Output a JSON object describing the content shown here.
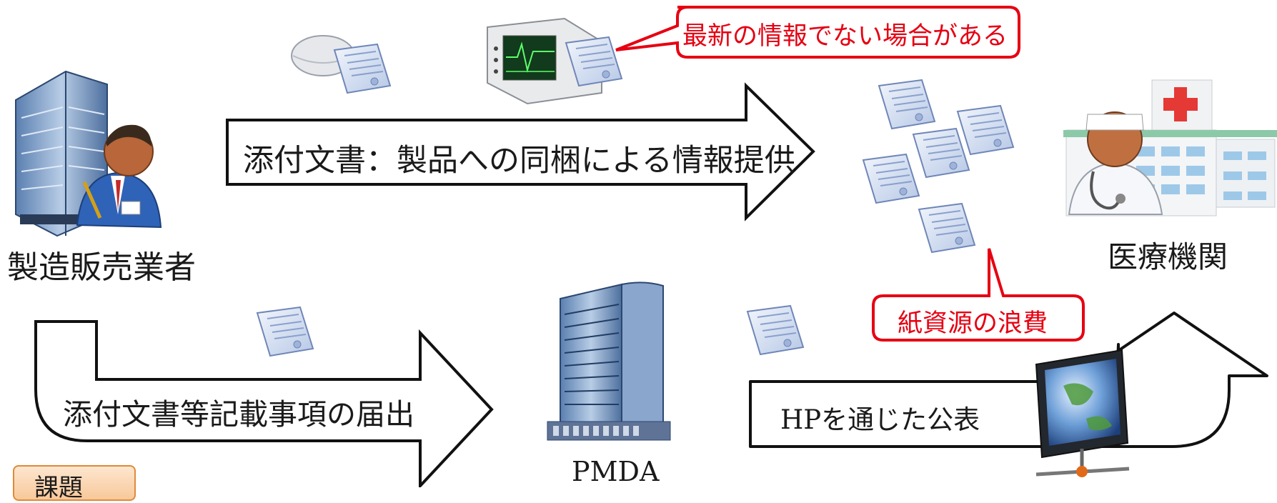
{
  "arrows": {
    "top": "添付文書：製品への同梱による情報提供",
    "bottom_left": "添付文書等記載事項の届出",
    "bottom_right": "HPを通じた公表"
  },
  "actors": {
    "manufacturer": "製造販売業者",
    "hospital": "医療機関",
    "pmda": "PMDA"
  },
  "callouts": {
    "outdated": "最新の情報でない場合がある",
    "paper_waste": "紙資源の浪費"
  },
  "badge": {
    "label": "課題"
  },
  "colors": {
    "callout_border": "#e60012",
    "callout_text": "#e60012",
    "badge_border": "#e08a3a"
  }
}
